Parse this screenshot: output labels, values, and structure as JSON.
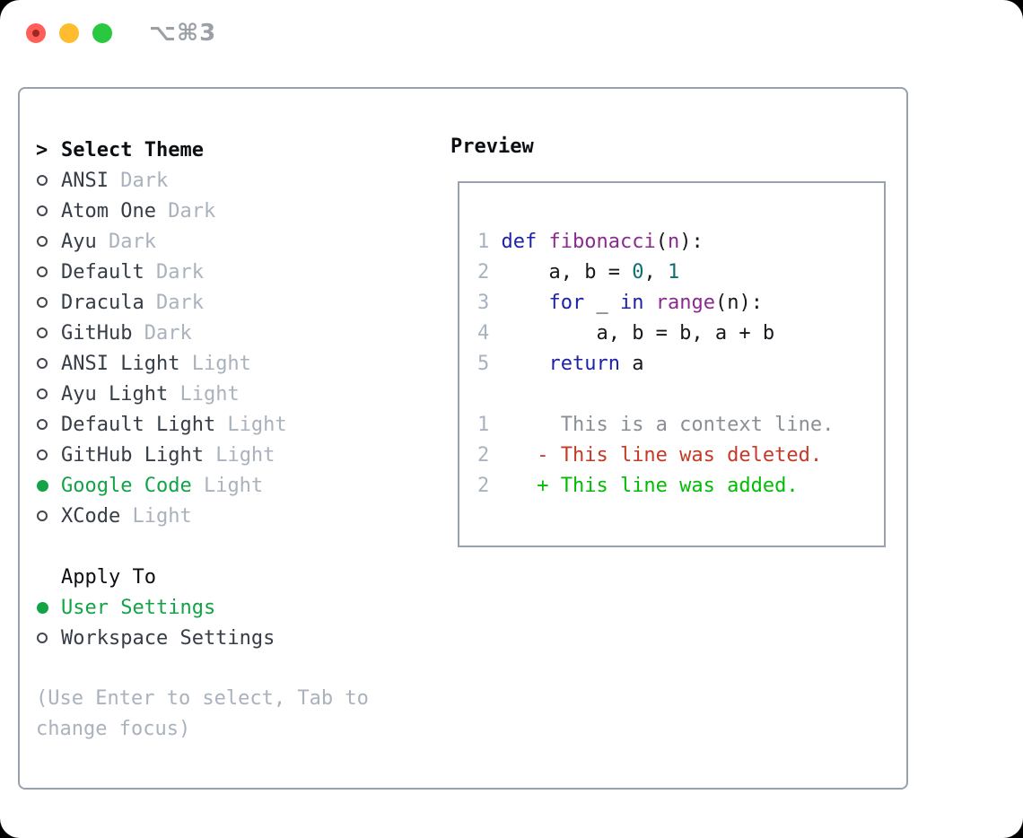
{
  "window": {
    "title": "⌥⌘3",
    "traffic_lights": [
      "close",
      "minimize",
      "zoom"
    ]
  },
  "colors": {
    "keyword": "#1e22a8",
    "function": "#8b2a8f",
    "literal": "#0e6f70",
    "plain": "#16181d",
    "line_number": "#a9b2bf",
    "context": "#8a8f96",
    "deleted": "#c43a26",
    "added": "#00bd04",
    "selected_green": "#12a346",
    "list_label": "#363d47",
    "muted": "#a9b2bd",
    "header_text": "#0b0e12",
    "border": "#98a1ad",
    "titlebar_text": "#9aa0a6",
    "light_red": "#ff5f57",
    "light_yellow": "#febc2e",
    "light_green": "#28c840"
  },
  "theme_list": {
    "cursor": ">",
    "header": "Select Theme",
    "items": [
      {
        "name": "ANSI",
        "variant": "Dark",
        "selected": false
      },
      {
        "name": "Atom One",
        "variant": "Dark",
        "selected": false
      },
      {
        "name": "Ayu",
        "variant": "Dark",
        "selected": false
      },
      {
        "name": "Default",
        "variant": "Dark",
        "selected": false
      },
      {
        "name": "Dracula",
        "variant": "Dark",
        "selected": false
      },
      {
        "name": "GitHub",
        "variant": "Dark",
        "selected": false
      },
      {
        "name": "ANSI Light",
        "variant": "Light",
        "selected": false
      },
      {
        "name": "Ayu Light",
        "variant": "Light",
        "selected": false
      },
      {
        "name": "Default Light",
        "variant": "Light",
        "selected": false
      },
      {
        "name": "GitHub Light",
        "variant": "Light",
        "selected": false
      },
      {
        "name": "Google Code",
        "variant": "Light",
        "selected": true
      },
      {
        "name": "XCode",
        "variant": "Light",
        "selected": false
      }
    ]
  },
  "apply_to": {
    "header": "Apply To",
    "items": [
      {
        "label": "User Settings",
        "selected": true
      },
      {
        "label": "Workspace Settings",
        "selected": false
      }
    ]
  },
  "help_text": "(Use Enter to select, Tab to change focus)",
  "preview": {
    "title": "Preview",
    "lines": [
      {
        "num": "1",
        "tokens": [
          {
            "t": " ",
            "c": "plain"
          },
          {
            "t": "def",
            "c": "keyword"
          },
          {
            "t": " ",
            "c": "plain"
          },
          {
            "t": "fibonacci",
            "c": "function"
          },
          {
            "t": "(",
            "c": "plain"
          },
          {
            "t": "n",
            "c": "function"
          },
          {
            "t": "):",
            "c": "plain"
          }
        ]
      },
      {
        "num": "2",
        "tokens": [
          {
            "t": "     a, b = ",
            "c": "plain"
          },
          {
            "t": "0",
            "c": "literal"
          },
          {
            "t": ", ",
            "c": "plain"
          },
          {
            "t": "1",
            "c": "literal"
          }
        ]
      },
      {
        "num": "3",
        "tokens": [
          {
            "t": "     ",
            "c": "plain"
          },
          {
            "t": "for",
            "c": "keyword"
          },
          {
            "t": " _ ",
            "c": "plain"
          },
          {
            "t": "in",
            "c": "keyword"
          },
          {
            "t": " ",
            "c": "plain"
          },
          {
            "t": "range",
            "c": "function"
          },
          {
            "t": "(n):",
            "c": "plain"
          }
        ]
      },
      {
        "num": "4",
        "tokens": [
          {
            "t": "         a, b = b, a + b",
            "c": "plain"
          }
        ]
      },
      {
        "num": "5",
        "tokens": [
          {
            "t": "     ",
            "c": "plain"
          },
          {
            "t": "return",
            "c": "keyword"
          },
          {
            "t": " a",
            "c": "plain"
          }
        ]
      },
      {
        "num": "",
        "tokens": []
      },
      {
        "num": "1",
        "tokens": [
          {
            "t": "      This is a context line.",
            "c": "context"
          }
        ]
      },
      {
        "num": "2",
        "tokens": [
          {
            "t": "    - This line was deleted.",
            "c": "deleted"
          }
        ]
      },
      {
        "num": "2",
        "tokens": [
          {
            "t": "    + This line was added.",
            "c": "added"
          }
        ]
      }
    ]
  }
}
